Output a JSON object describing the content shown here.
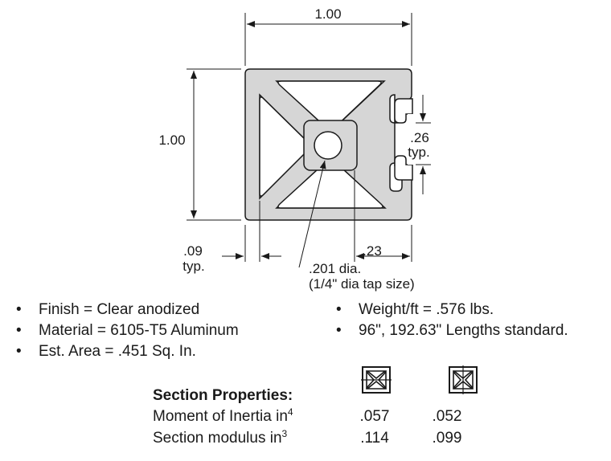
{
  "drawing": {
    "width_label": "1.00",
    "height_label": "1.00",
    "slot_label": ".26",
    "slot_typ": "typ.",
    "wall_label": ".09",
    "wall_typ": "typ.",
    "offset_label": ".23",
    "hole_label": ".201 dia.",
    "hole_tap": "(1/4\" dia tap size)"
  },
  "specs_left": [
    "Finish = Clear anodized",
    "Material = 6105-T5 Aluminum",
    "Est. Area = .451 Sq. In."
  ],
  "specs_right": [
    "Weight/ft = .576 lbs.",
    "96\", 192.63\" Lengths standard."
  ],
  "section_properties": {
    "title": "Section Properties:",
    "axis_icons": [
      "profile-axis-x-icon",
      "profile-axis-y-icon"
    ],
    "rows": [
      {
        "label": "Moment of Inertia in",
        "exp": "4",
        "values": [
          ".057",
          ".052"
        ]
      },
      {
        "label": "Section modulus in",
        "exp": "3",
        "values": [
          ".114",
          ".099"
        ]
      }
    ]
  },
  "colors": {
    "profile_fill": "#d6d6d6",
    "line": "#1a1a1a"
  }
}
